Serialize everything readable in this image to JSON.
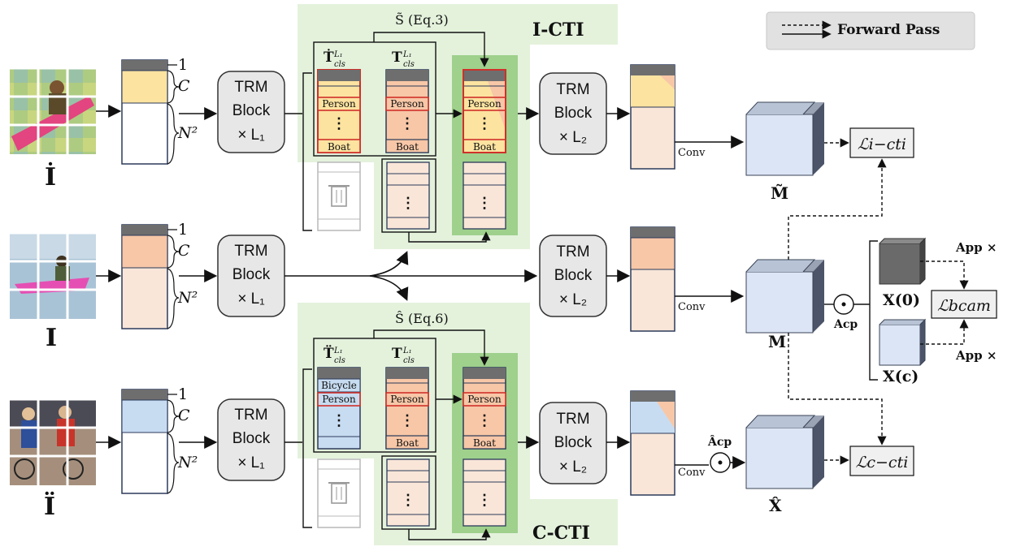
{
  "legend": {
    "label": "Forward Pass"
  },
  "panels": {
    "i_cti": "I-CTI",
    "c_cti": "C-CTI",
    "s_tilde": "S̃ (Eq.3)",
    "s_hat": "Ŝ (Eq.6)"
  },
  "rows": {
    "top": {
      "image_label": "İ",
      "trm_line1": "TRM",
      "trm_line2": "Block",
      "trm_line3": "× L₁",
      "trm2_line3": "× L₂"
    },
    "middle": {
      "image_label": "I",
      "trm_line1": "TRM",
      "trm_line2": "Block",
      "trm_line3": "× L₁",
      "trm2_line3": "× L₂"
    },
    "bottom": {
      "image_label": "Ï",
      "trm_line1": "TRM",
      "trm_line2": "Block",
      "trm_line3": "× L₁",
      "trm2_line3": "× L₂"
    }
  },
  "token_dims": {
    "one": "1",
    "c": "C",
    "n2": "N²"
  },
  "tokens": {
    "t_cls_dot": "Ṫ",
    "t_cls": "T",
    "t_cls_ddot": "T̈",
    "cls_sub": "cls",
    "sup": "L₁",
    "person": "Person",
    "boat": "Boat",
    "bicycle": "Bicycle",
    "dots": "⋮"
  },
  "outputs": {
    "conv": "Conv",
    "m_tilde": "M̃",
    "m": "M",
    "x_hat": "X̂",
    "loss_icti": "ℒi−cti",
    "loss_bcam": "ℒbcam",
    "loss_ccti": "ℒc−cti",
    "x0": "X(0)",
    "xc": "X(c)",
    "a_pp": "App ×",
    "a_cp": "Acp",
    "a_hat_cp": "Âcp",
    "odot": "⊙"
  },
  "colors": {
    "panel_bg": "#e4f2dc",
    "panel_inner": "#9fd08c",
    "yellow": "#fce3a0",
    "peach": "#f7c7a7",
    "light_peach": "#f9e6d8",
    "blue": "#c7dcf1",
    "cube": "#dbe5f5",
    "gray_box": "#e7e7e7",
    "header": "#6e6e6e",
    "red": "#d0302a"
  }
}
